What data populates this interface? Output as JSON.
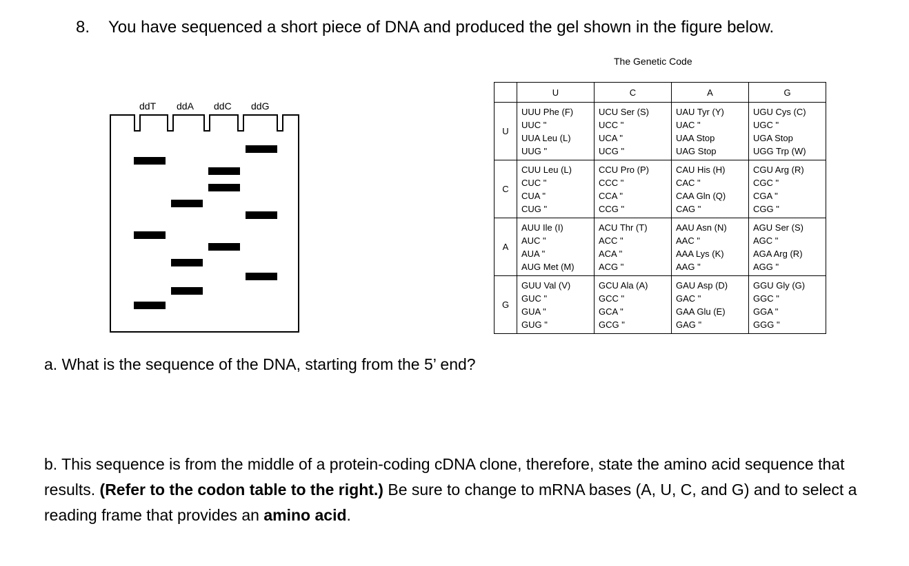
{
  "question": {
    "number": "8.",
    "text": "You have sequenced a short piece of DNA and produced the gel shown in the figure below."
  },
  "gel": {
    "lanes": [
      "ddT",
      "ddA",
      "ddC",
      "ddG"
    ]
  },
  "genetic_code": {
    "title": "The Genetic Code",
    "columns": [
      "U",
      "C",
      "A",
      "G"
    ],
    "rows": [
      {
        "base": "U",
        "cells": [
          [
            "UUU Phe (F)",
            "UUC  \"",
            "UUA Leu (L)",
            "UUG  \""
          ],
          [
            "UCU Ser (S)",
            "UCC  \"",
            "UCA  \"",
            "UCG  \""
          ],
          [
            "UAU Tyr (Y)",
            "UAC  \"",
            "UAA Stop",
            "UAG Stop"
          ],
          [
            "UGU Cys (C)",
            "UGC  \"",
            "UGA Stop",
            "UGG Trp (W)"
          ]
        ]
      },
      {
        "base": "C",
        "cells": [
          [
            "CUU Leu (L)",
            "CUC  \"",
            "CUA  \"",
            "CUG  \""
          ],
          [
            "CCU Pro (P)",
            "CCC  \"",
            "CCA  \"",
            "CCG  \""
          ],
          [
            "CAU His (H)",
            "CAC  \"",
            "CAA Gln (Q)",
            "CAG  \""
          ],
          [
            "CGU Arg (R)",
            "CGC  \"",
            "CGA  \"",
            "CGG  \""
          ]
        ]
      },
      {
        "base": "A",
        "cells": [
          [
            "AUU Ile (I)",
            "AUC  \"",
            "AUA  \"",
            "AUG Met (M)"
          ],
          [
            "ACU Thr (T)",
            "ACC  \"",
            "ACA  \"",
            "ACG  \""
          ],
          [
            "AAU Asn (N)",
            "AAC  \"",
            "AAA Lys (K)",
            "AAG  \""
          ],
          [
            "AGU Ser (S)",
            "AGC  \"",
            "AGA Arg (R)",
            "AGG  \""
          ]
        ]
      },
      {
        "base": "G",
        "cells": [
          [
            "GUU Val (V)",
            "GUC  \"",
            "GUA  \"",
            "GUG  \""
          ],
          [
            "GCU Ala (A)",
            "GCC  \"",
            "GCA  \"",
            "GCG  \""
          ],
          [
            "GAU Asp (D)",
            "GAC  \"",
            "GAA Glu (E)",
            "GAG  \""
          ],
          [
            "GGU Gly (G)",
            "GGC  \"",
            "GGA  \"",
            "GGG  \""
          ]
        ]
      }
    ]
  },
  "part_a": "a. What is the sequence of the DNA, starting from the 5’ end?",
  "part_b": {
    "text_1": "b. This sequence is from the middle of a protein-coding cDNA clone, therefore, state the amino acid sequence that results. ",
    "bold_1": "(Refer to the codon table to the right.)",
    "text_2": " Be sure to change to mRNA bases (A, U, C, and G) and to select a reading frame that provides an ",
    "bold_2": "amino acid",
    "text_3": "."
  }
}
